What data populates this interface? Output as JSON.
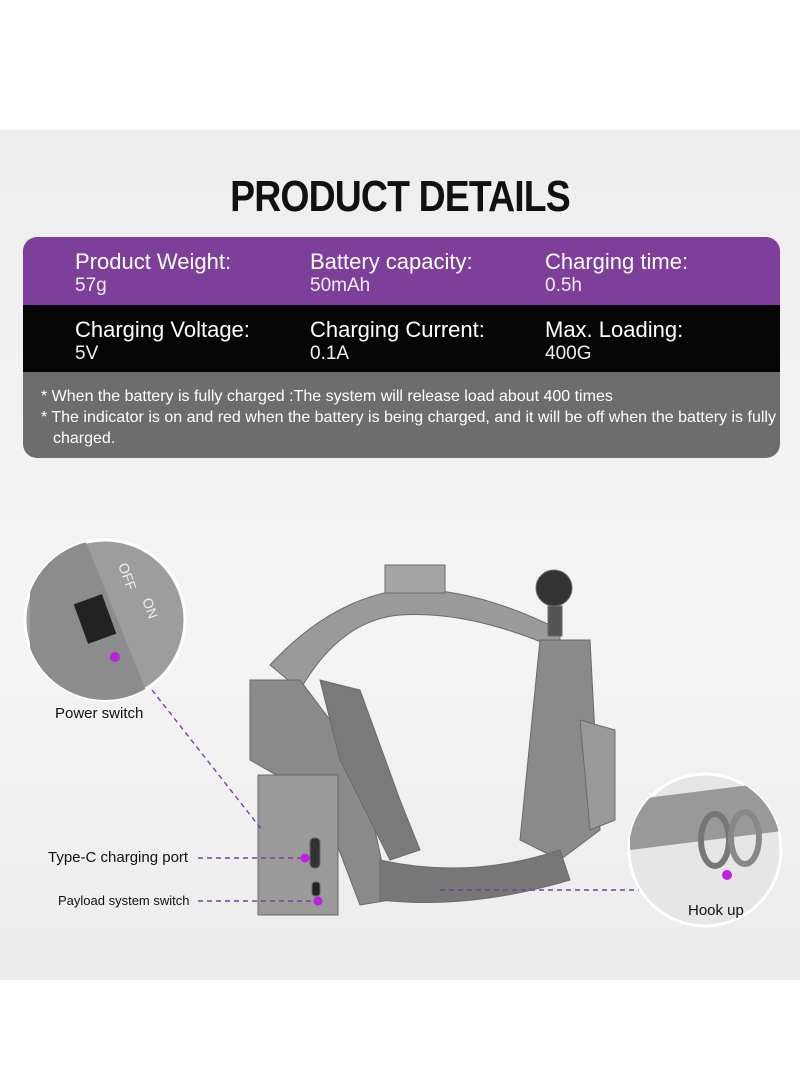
{
  "title": "PRODUCT DETAILS",
  "specs": [
    {
      "label": "Product Weight:",
      "value": "57g"
    },
    {
      "label": "Battery capacity:",
      "value": "50mAh"
    },
    {
      "label": "Charging time:",
      "value": "0.5h"
    },
    {
      "label": "Charging Voltage:",
      "value": "5V"
    },
    {
      "label": "Charging Current:",
      "value": "0.1A"
    },
    {
      "label": "Max. Loading:",
      "value": "400G"
    }
  ],
  "notes": [
    "* When the battery is fully charged :The system will release load about 400 times",
    "* The indicator is on and red when the battery is being charged, and it will be off when the battery is fully charged."
  ],
  "callouts": {
    "power_switch": "Power switch",
    "type_c": "Type-C charging port",
    "payload": "Payload system switch",
    "hook": "Hook up",
    "off": "OFF",
    "on": "ON"
  },
  "colors": {
    "purple": "#7d3f99",
    "dot": "#c020e0"
  }
}
